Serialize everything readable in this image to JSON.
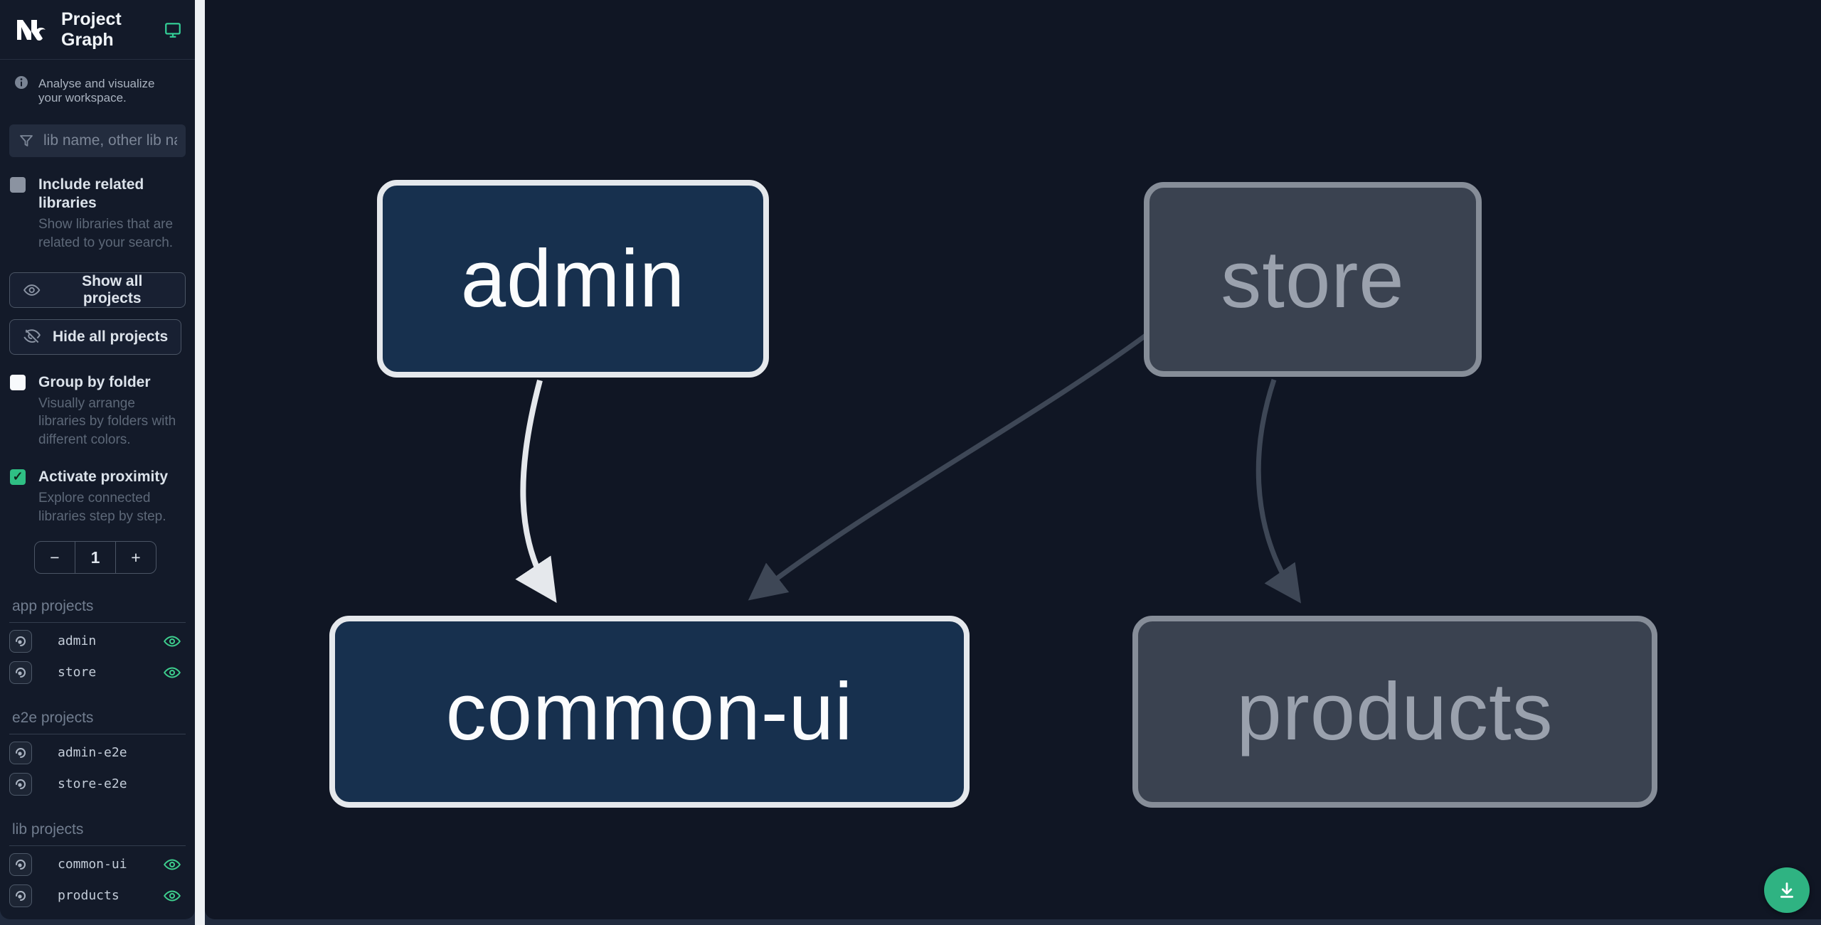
{
  "app": {
    "title": "Project Graph"
  },
  "sidebar": {
    "tagline": "Analyse and visualize your workspace.",
    "search": {
      "placeholder": "lib name, other lib name",
      "value": ""
    },
    "options": {
      "related": {
        "label": "Include related libraries",
        "description": "Show libraries that are related to your search.",
        "checked": false
      },
      "group": {
        "label": "Group by folder",
        "description": "Visually arrange libraries by folders with different colors.",
        "checked": false
      },
      "proximity": {
        "label": "Activate proximity",
        "description": "Explore connected libraries step by step.",
        "checked": true
      }
    },
    "buttons": {
      "show_all": "Show all projects",
      "hide_all": "Hide all projects"
    },
    "stepper": {
      "decrement": "−",
      "value": "1",
      "increment": "+"
    },
    "sections": [
      {
        "heading": "app projects",
        "items": [
          {
            "name": "admin",
            "visible": true
          },
          {
            "name": "store",
            "visible": true
          }
        ]
      },
      {
        "heading": "e2e projects",
        "items": [
          {
            "name": "admin-e2e",
            "visible": false
          },
          {
            "name": "store-e2e",
            "visible": false
          }
        ]
      },
      {
        "heading": "lib projects",
        "items": [
          {
            "name": "common-ui",
            "visible": true
          },
          {
            "name": "products",
            "visible": true
          }
        ]
      }
    ]
  },
  "graph": {
    "nodes": [
      {
        "id": "admin",
        "label": "admin",
        "state": "focused"
      },
      {
        "id": "store",
        "label": "store",
        "state": "dimmed"
      },
      {
        "id": "common-ui",
        "label": "common-ui",
        "state": "focused"
      },
      {
        "id": "products",
        "label": "products",
        "state": "dimmed"
      }
    ],
    "edges": [
      {
        "from": "admin",
        "to": "common-ui",
        "style": "highlighted"
      },
      {
        "from": "store",
        "to": "common-ui",
        "style": "dimmed"
      },
      {
        "from": "store",
        "to": "products",
        "style": "dimmed"
      }
    ]
  },
  "colors": {
    "accent_green": "#2fbf84",
    "fab_green": "#2fb382",
    "node_focused_fill": "#17304e",
    "node_focused_border": "#e5e8ec",
    "node_dimmed_fill": "#3a4250",
    "node_dimmed_border": "#868d98",
    "edge_highlighted": "#e5e8ec",
    "edge_dimmed": "#3e4756",
    "sidebar_bg": "#131a29",
    "canvas_bg": "#101624"
  },
  "fab": {
    "action": "download"
  }
}
